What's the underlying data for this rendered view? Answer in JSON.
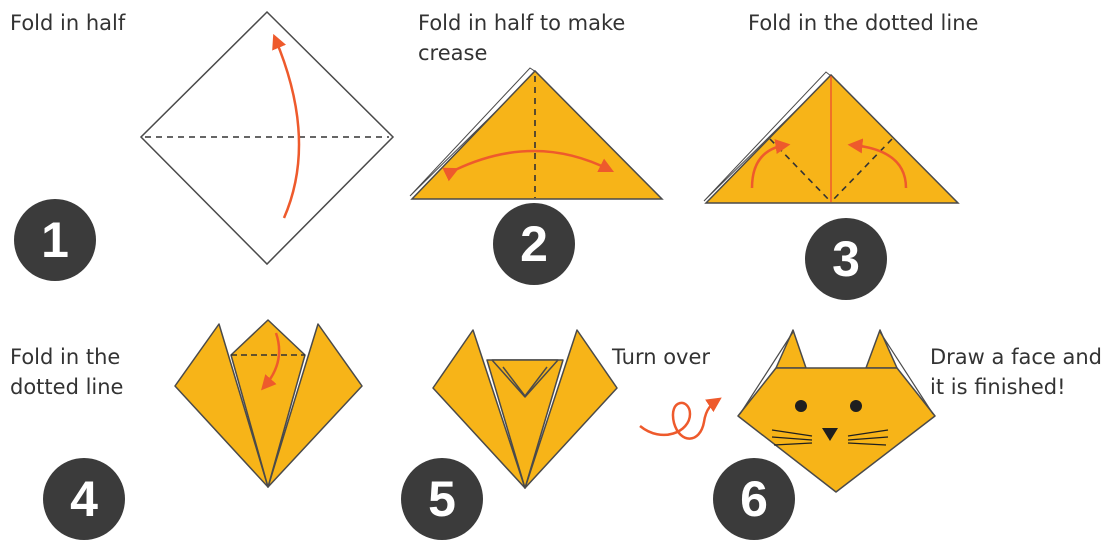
{
  "steps": [
    {
      "number": "1",
      "caption": "Fold in half"
    },
    {
      "number": "2",
      "caption": "Fold in half to make\ncrease"
    },
    {
      "number": "3",
      "caption": "Fold in the dotted line"
    },
    {
      "number": "4",
      "caption": "Fold in the\ndotted line"
    },
    {
      "number": "5",
      "caption": "Turn over"
    },
    {
      "number": "6",
      "caption": "Draw a face and\nit is finished!"
    }
  ],
  "colors": {
    "paper": "#f7b418",
    "outline": "#4a4a4a",
    "arrow": "#ee5a2c",
    "badge": "#3b3b3b"
  }
}
